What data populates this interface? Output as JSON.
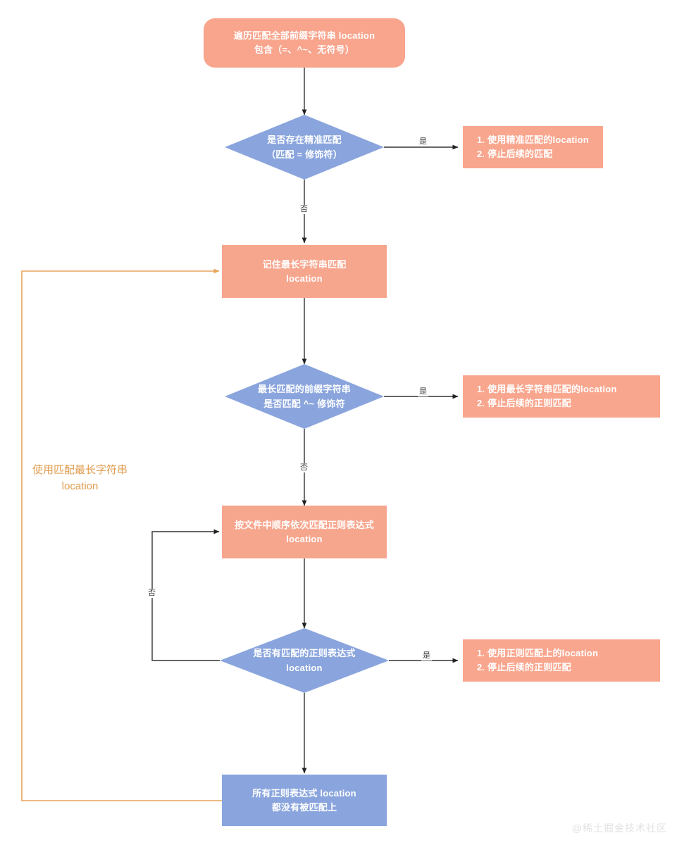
{
  "diagram": {
    "title_watermark": "@稀土掘金技术社区",
    "colors": {
      "orange_fill": "#f7a68e",
      "blue_fill": "#8aa5dd",
      "loop_line": "#e8a45c",
      "edge_line": "#333333",
      "loop_text": "#e09c4e",
      "node_text": "#ffffff"
    },
    "nodes": [
      {
        "id": "start",
        "shape": "rounded-rect",
        "text": "遍历匹配全部前缀字符串 location\n包含（=、^~、无符号）"
      },
      {
        "id": "d1",
        "shape": "diamond",
        "text": "是否存在精准匹配\n（匹配 = 修饰符）"
      },
      {
        "id": "n1",
        "shape": "note",
        "text": "1. 使用精准匹配的location\n2. 停止后续的匹配"
      },
      {
        "id": "p1",
        "shape": "rect",
        "text": "记住最长字符串匹配\nlocation"
      },
      {
        "id": "d2",
        "shape": "diamond",
        "text": "最长匹配的前缀字符串\n是否匹配 ^~ 修饰符"
      },
      {
        "id": "n2",
        "shape": "note",
        "text": "1. 使用最长字符串匹配的location\n2. 停止后续的正则匹配"
      },
      {
        "id": "p2",
        "shape": "rect",
        "text": "按文件中顺序依次匹配正则表达式\nlocation"
      },
      {
        "id": "d3",
        "shape": "diamond",
        "text": "是否有匹配的正则表达式\nlocation"
      },
      {
        "id": "n3",
        "shape": "note",
        "text": "1. 使用正则匹配上的location\n2. 停止后续的正则匹配"
      },
      {
        "id": "end",
        "shape": "rect-blue",
        "text": "所有正则表达式 location\n都没有被匹配上"
      }
    ],
    "edge_labels": {
      "d1_yes": "是",
      "d1_no": "否",
      "d2_yes": "是",
      "d2_no": "否",
      "d3_yes": "是",
      "d3_no": "否"
    },
    "loop_label": "使用匹配最长字符串\nlocation"
  }
}
